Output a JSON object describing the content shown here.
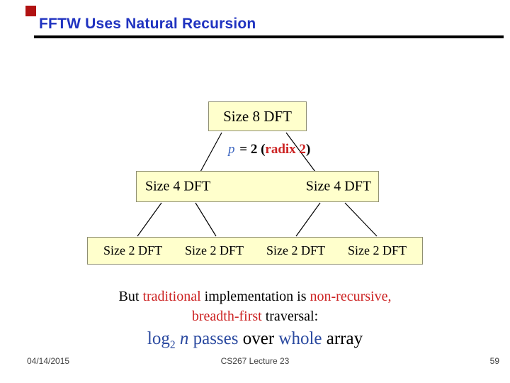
{
  "slide": {
    "title": "FFTW Uses Natural Recursion",
    "footer": {
      "date": "04/14/2015",
      "course": "CS267 Lecture 23",
      "page": "59"
    }
  },
  "tree": {
    "size8_label": "Size 8 DFT",
    "radix_note": {
      "p": "p",
      "eq": " = 2 ",
      "open": "(",
      "radix": "radix 2",
      "close": ")"
    },
    "size4_labels": [
      "Size 4 DFT",
      "Size 4 DFT"
    ],
    "size2_labels": [
      "Size 2 DFT",
      "Size 2 DFT",
      "Size 2 DFT",
      "Size 2 DFT"
    ]
  },
  "bottom": {
    "line1": {
      "s1": "But ",
      "s2": "traditional",
      "s3": " implementation is ",
      "s4": "non-recursive,"
    },
    "line2": {
      "s1": "breadth-first",
      "s2": " traversal:"
    },
    "line3": {
      "log": "log",
      "sub": "2",
      "sp": " ",
      "n": "n",
      "passes": " passes",
      "over": " over ",
      "whole": "whole",
      "array": " array"
    }
  },
  "colors": {
    "title_blue": "#2033c0",
    "accent_red": "#cc2222",
    "text_blue": "#2b4aa0",
    "p_blue": "#3a64c0",
    "box_fill": "#ffffcc",
    "box_border": "#8f8f72",
    "bullet_red": "#b11212"
  }
}
